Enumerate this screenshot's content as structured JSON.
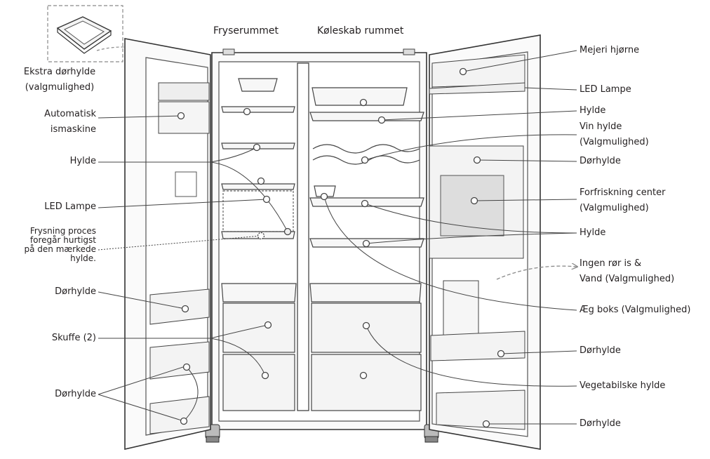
{
  "sections": {
    "freezer": "Fryserummet",
    "fridge": "Køleskab rummet"
  },
  "left_labels": {
    "extra_door_shelf_1": "Ekstra dørhylde",
    "extra_door_shelf_2": "(valgmulighed)",
    "ice_maker_1": "Automatisk",
    "ice_maker_2": "ismaskine",
    "shelf": "Hylde",
    "led_lamp": "LED Lampe",
    "freezing_1": "Frysning proces",
    "freezing_2": "foregår hurtigst",
    "freezing_3": "på den mærkede",
    "freezing_4": "hylde.",
    "door_shelf_1": "Dørhylde",
    "drawer": "Skuffe (2)",
    "door_shelf_2": "Dørhylde"
  },
  "right_labels": {
    "dairy_corner": "Mejeri hjørne",
    "led_lamp": "LED Lampe",
    "shelf_1": "Hylde",
    "wine_shelf_1": "Vin hylde",
    "wine_shelf_2": "(Valgmulighed)",
    "door_shelf_1": "Dørhylde",
    "refresh_center_1": "Forfriskning center",
    "refresh_center_2": "(Valgmulighed)",
    "shelf_2": "Hylde",
    "no_pipe_1": "Ingen rør is &",
    "no_pipe_2": "Vand (Valgmulighed)",
    "egg_box": "Æg boks (Valgmulighed)",
    "door_shelf_2": "Dørhylde",
    "vegetable_shelf": "Vegetabilske hylde",
    "door_shelf_3": "Dørhylde"
  }
}
